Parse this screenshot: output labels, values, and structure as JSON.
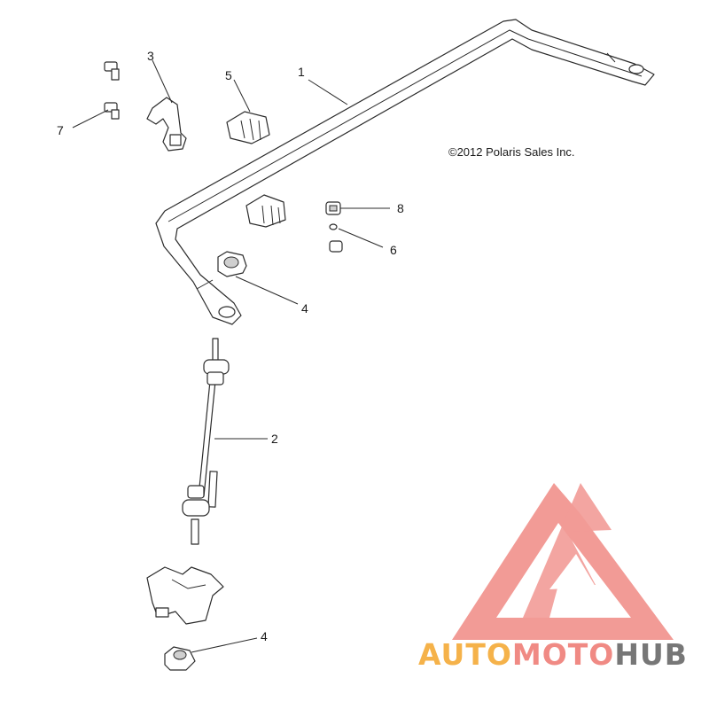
{
  "copyright": "©2012 Polaris Sales Inc.",
  "callouts": [
    "1",
    "2",
    "3",
    "4",
    "4",
    "5",
    "6",
    "7",
    "8"
  ],
  "watermark": {
    "part1": "AUTO",
    "part2": "MOTO",
    "part3": "HUB",
    "colors": {
      "auto": "#f5b24a",
      "moto": "#f08a84",
      "hub": "#777777",
      "logo": "#f08a84"
    }
  }
}
